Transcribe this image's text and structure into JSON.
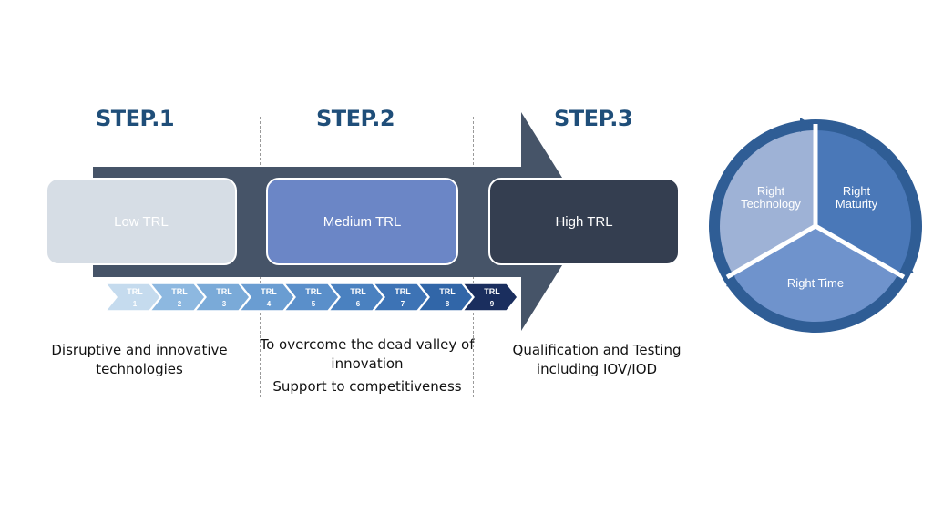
{
  "steps": [
    {
      "title": "STEP.1"
    },
    {
      "title": "STEP.2"
    },
    {
      "title": "STEP.3"
    }
  ],
  "trl_levels": [
    {
      "title": "Low TRL",
      "color": "#d6dde5",
      "text_color": "#ffffff"
    },
    {
      "title": "Medium TRL",
      "color": "#6b86c6",
      "text_color": "#ffffff"
    },
    {
      "title": "High TRL",
      "color": "#343e50",
      "text_color": "#ffffff"
    }
  ],
  "trl_chevrons": [
    {
      "label": "TRL",
      "num": "1",
      "color": "#c5dbee"
    },
    {
      "label": "TRL",
      "num": "2",
      "color": "#8db8e0"
    },
    {
      "label": "TRL",
      "num": "3",
      "color": "#7aaad8"
    },
    {
      "label": "TRL",
      "num": "4",
      "color": "#6a9dd2"
    },
    {
      "label": "TRL",
      "num": "5",
      "color": "#5a8fca"
    },
    {
      "label": "TRL",
      "num": "6",
      "color": "#4a81c0"
    },
    {
      "label": "TRL",
      "num": "7",
      "color": "#3d73b5"
    },
    {
      "label": "TRL",
      "num": "8",
      "color": "#3166a8"
    },
    {
      "label": "TRL",
      "num": "9",
      "color": "#1a2e5e"
    }
  ],
  "descriptions": {
    "step1": [
      "Disruptive and innovative",
      "technologies"
    ],
    "step2": [
      "To overcome the dead valley of",
      "innovation",
      "Support to competitiveness"
    ],
    "step3": [
      "Qualification and Testing",
      "including IOV/IOD"
    ]
  },
  "cycle": {
    "segments": [
      {
        "label": [
          "Right",
          "Technology"
        ],
        "color": "#9eb2d6"
      },
      {
        "label": [
          "Right",
          "Maturity"
        ],
        "color": "#4a78b8"
      },
      {
        "label": [
          "Right Time"
        ],
        "color": "#6f93cc"
      }
    ],
    "ring_color": "#2f5d95"
  },
  "colors": {
    "arrow": "#465468",
    "step_title": "#1f4e79"
  }
}
